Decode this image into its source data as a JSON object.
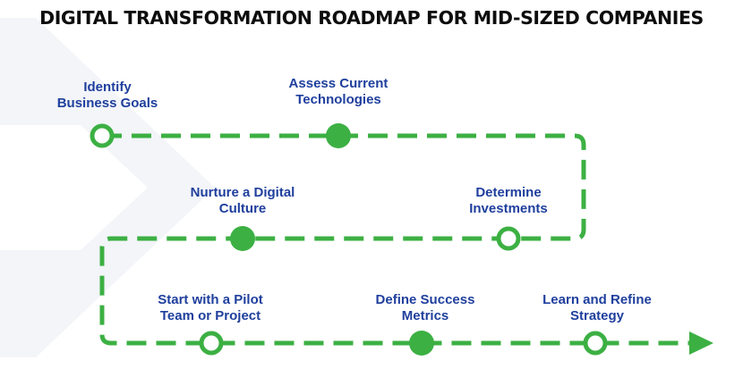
{
  "title": "DIGITAL TRANSFORMATION ROADMAP FOR MID-SIZED COMPANIES",
  "colors": {
    "path": "#3cb043",
    "label": "#1f3f9d",
    "title": "#0d0d0d",
    "background_shape": "#f1f3f7"
  },
  "steps": [
    {
      "line1": "Identify",
      "line2": "Business Goals",
      "marker": "hollow"
    },
    {
      "line1": "Assess Current",
      "line2": "Technologies",
      "marker": "filled"
    },
    {
      "line1": "Determine",
      "line2": "Investments",
      "marker": "hollow"
    },
    {
      "line1": "Nurture a Digital",
      "line2": "Culture",
      "marker": "filled"
    },
    {
      "line1": "Start with a Pilot",
      "line2": "Team or Project",
      "marker": "hollow"
    },
    {
      "line1": "Define Success",
      "line2": "Metrics",
      "marker": "filled"
    },
    {
      "line1": "Learn and Refine",
      "line2": "Strategy",
      "marker": "hollow"
    }
  ],
  "end_marker": "arrow-head-icon"
}
